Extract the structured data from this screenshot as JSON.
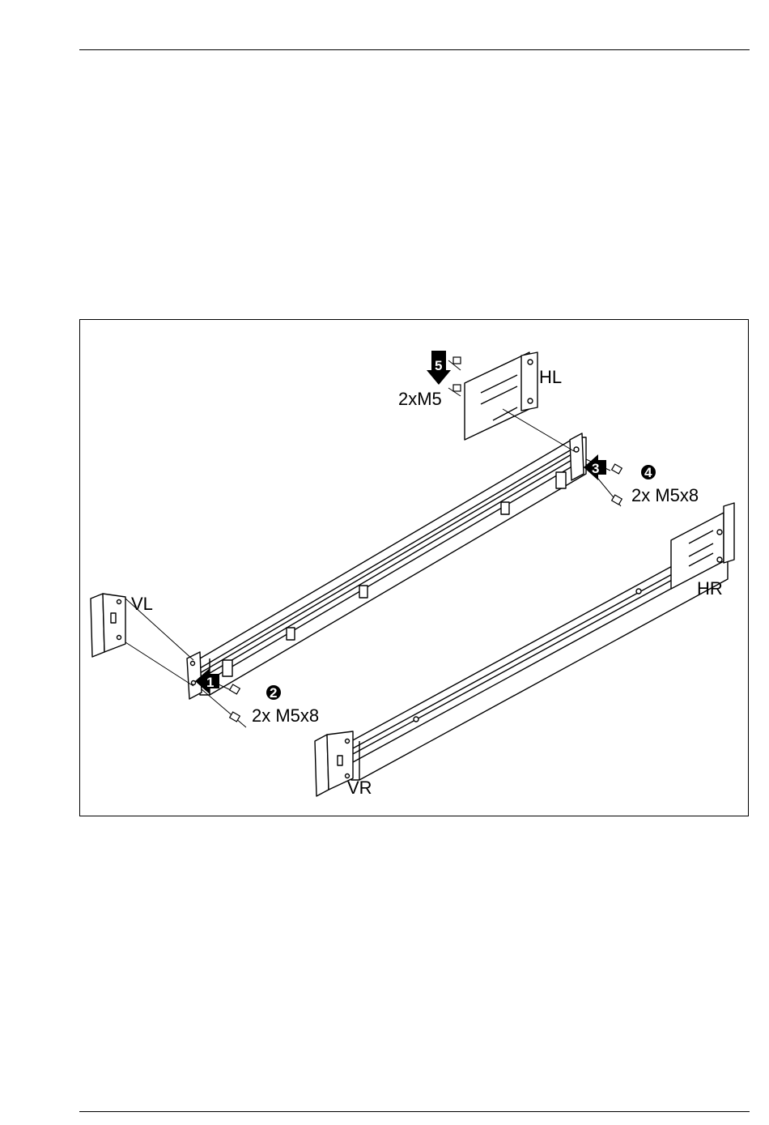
{
  "figure": {
    "labels": {
      "hl": "HL",
      "hr": "HR",
      "vl": "VL",
      "vr": "VR",
      "screws_hl": "2xM5",
      "screws_rear": "2x M5x8",
      "screws_front": "2x M5x8"
    },
    "steps": {
      "s1": "1",
      "s2": "2",
      "s3": "3",
      "s4": "4",
      "s5": "5"
    }
  }
}
